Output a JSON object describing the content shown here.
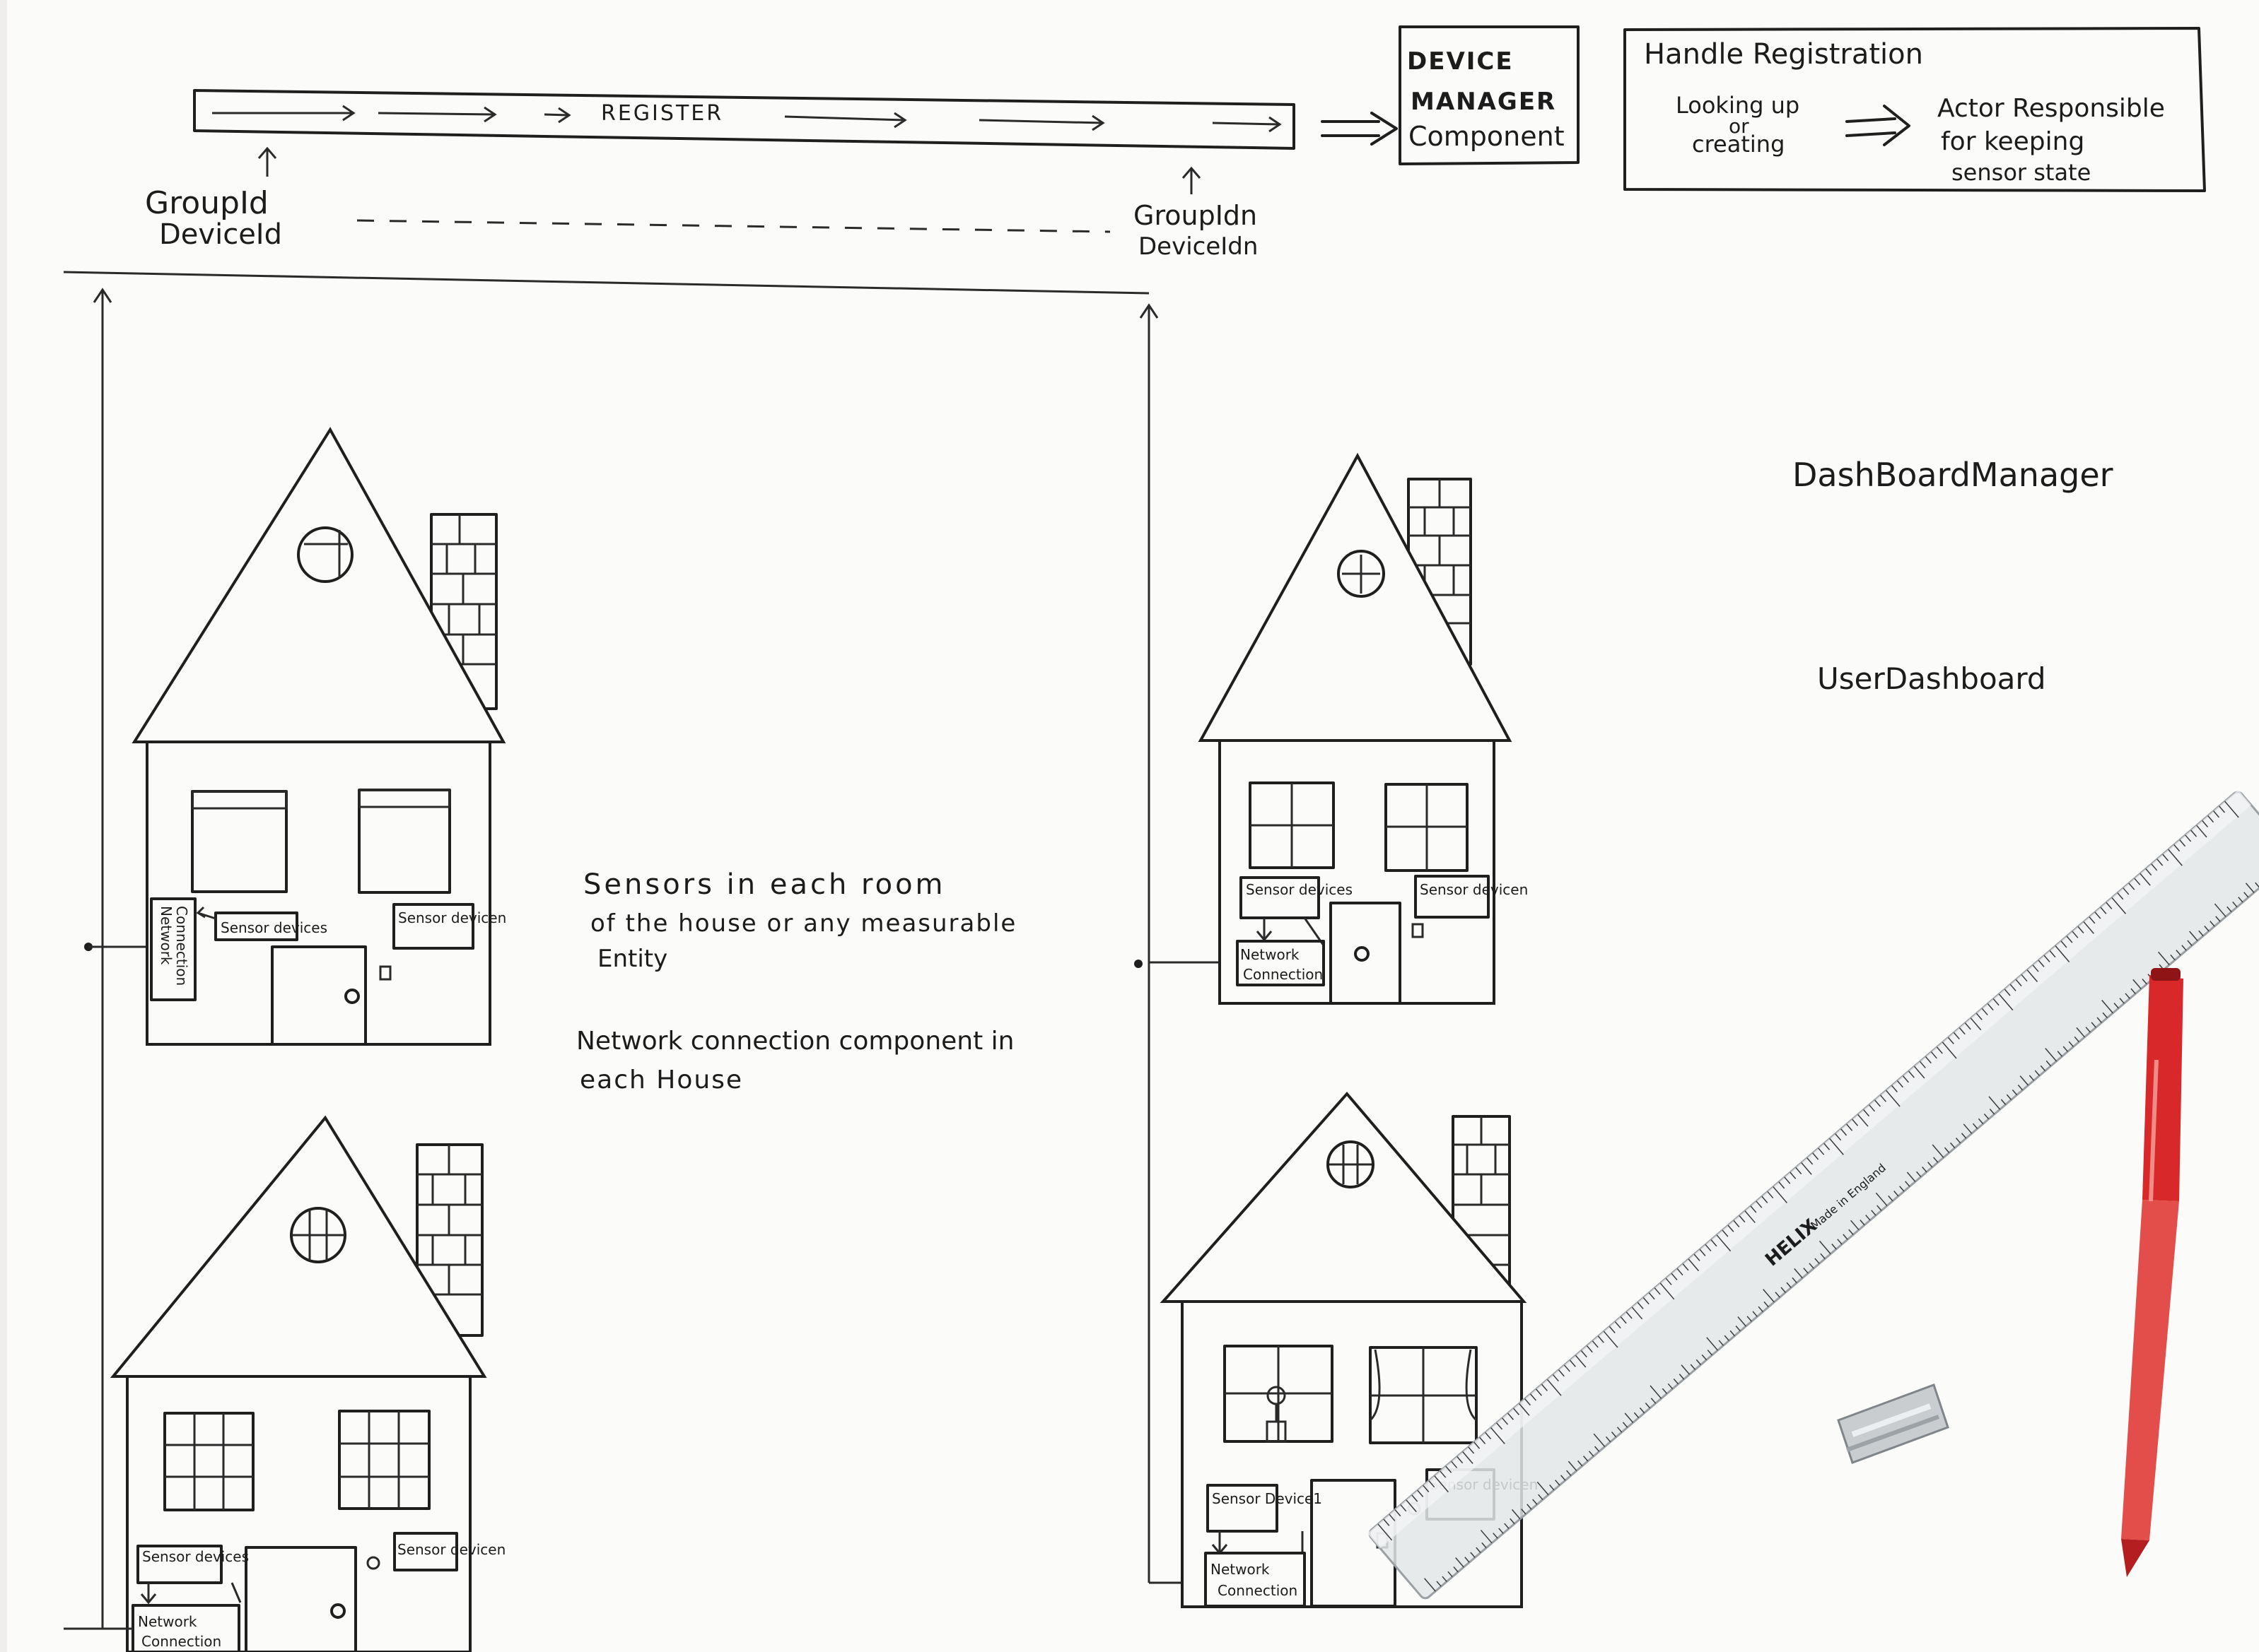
{
  "register_bar": {
    "label": "REGISTER"
  },
  "ids_left": {
    "line1": "GroupId",
    "line2": "DeviceId"
  },
  "ids_right": {
    "line1": "GroupIdn",
    "line2": "DeviceIdn"
  },
  "device_manager": {
    "line1": "DEVICE",
    "line2": "MANAGER",
    "line3": "Component"
  },
  "handle_registration": {
    "title": "Handle Registration",
    "left_line1": "Looking up",
    "left_line2": "or",
    "left_line3": "creating",
    "right_line1": "Actor Responsible",
    "right_line2": "for keeping",
    "right_line3": "sensor state"
  },
  "dashboard_manager": "DashBoardManager",
  "user_dashboard": "UserDashboard",
  "notes": {
    "sensors_line1": "Sensors in each room",
    "sensors_line2": "of the house or any measurable",
    "sensors_line3": "Entity",
    "network_line1": "Network connection component in",
    "network_line2": "each House"
  },
  "house_labels": {
    "sensor_device_1": "Sensor devices",
    "sensor_device_n": "Sensor devicen",
    "sensor_device_1_alt": "Sensor Device1",
    "network_line1": "Network",
    "network_line2": "Connection"
  },
  "ruler": {
    "brand": "HELIX",
    "sub": "Made in England"
  },
  "colors": {
    "paper": "#fbfbfa",
    "ink": "#1f1f1f",
    "pen": "#d8282a"
  }
}
